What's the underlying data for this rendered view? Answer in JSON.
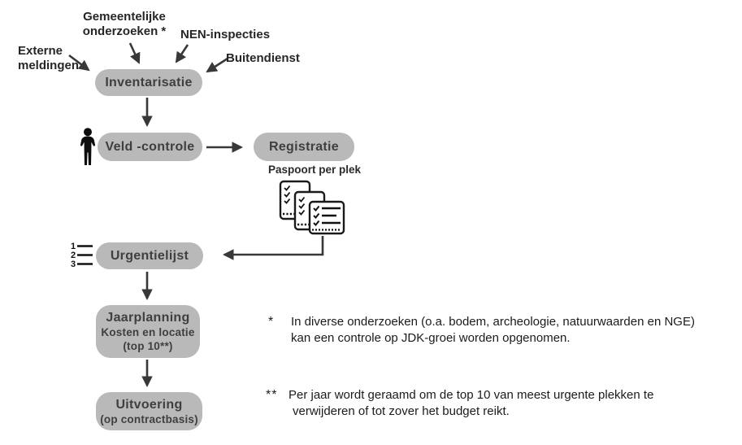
{
  "diagram_title": "JDK-beheerproces flowchart",
  "colors": {
    "pill_fill": "#b9b9b9",
    "pill_text": "#3f3f3f",
    "arrow": "#383838",
    "label_text": "#262626",
    "footnote_text": "#1b1b1b",
    "icon_ink": "#111111"
  },
  "sources": [
    {
      "id": "externe-meldingen",
      "lines": [
        "Externe",
        "meldingen"
      ]
    },
    {
      "id": "gemeentelijke-onderzoeken",
      "lines": [
        "Gemeentelijke",
        "onderzoeken *"
      ]
    },
    {
      "id": "nen-inspecties",
      "lines": [
        "NEN-inspecties"
      ]
    },
    {
      "id": "buitendienst",
      "lines": [
        "Buitendienst"
      ]
    }
  ],
  "nodes": [
    {
      "id": "inventarisatie",
      "lines": [
        "Inventarisatie"
      ]
    },
    {
      "id": "veld-controle",
      "lines": [
        "Veld -controle"
      ]
    },
    {
      "id": "registratie",
      "lines": [
        "Registratie"
      ],
      "caption": "Paspoort per plek"
    },
    {
      "id": "urgentielijst",
      "lines": [
        "Urgentielijst"
      ]
    },
    {
      "id": "jaarplanning",
      "lines": [
        "Jaarplanning",
        "Kosten en locatie",
        "(top 10**)"
      ]
    },
    {
      "id": "uitvoering",
      "lines": [
        "Uitvoering",
        "(op contractbasis)"
      ]
    }
  ],
  "icons": {
    "person": "inspector-person-icon",
    "numbered_list": "priority-numbered-list-icon",
    "documents": "checklist-documents-icon"
  },
  "numbered_list_items": [
    "1",
    "2",
    "3"
  ],
  "footnotes": [
    {
      "marker": "*",
      "lines": [
        "In diverse onderzoeken (o.a. bodem, archeologie, natuurwaarden en NGE)",
        "kan een controle op JDK-groei worden opgenomen."
      ]
    },
    {
      "marker": "**",
      "lines": [
        "Per jaar wordt geraamd om de top 10 van meest urgente plekken te",
        "verwijderen of tot zover het budget reikt."
      ]
    }
  ]
}
